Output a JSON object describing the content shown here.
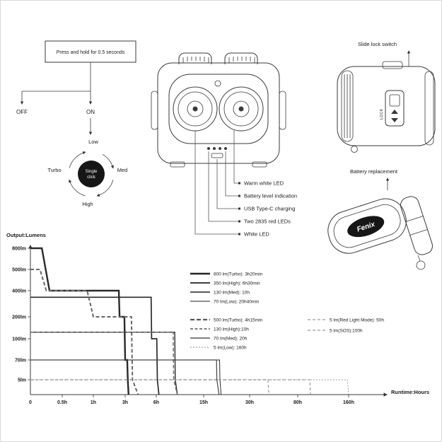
{
  "colors": {
    "line": "#3a3a3a",
    "text": "#1a1a1a",
    "logo_bg": "#161616"
  },
  "flowchart": {
    "instruction": "Press and hold for 0.5 seconds",
    "off": "OFF",
    "on": "ON",
    "low": "Low",
    "med": "Med",
    "high": "High",
    "turbo": "Turbo",
    "single_click": {
      "line1": "Single",
      "line2": "click"
    }
  },
  "front_view": {
    "callouts": [
      "Warm white LED",
      "Battery level indication",
      "USB Type-C charging",
      "Two 2835 red LEDs",
      "White LED"
    ]
  },
  "side_view": {
    "title": "Slide lock switch",
    "lock": "LOCK"
  },
  "battery_view": {
    "title": "Battery replacement",
    "brand": "Fenix"
  },
  "chart": {
    "output_label": "Output:Lumens",
    "runtime_label": "Runtime:Hours",
    "y_tick_labels": [
      "800lm",
      "500lm",
      "400lm",
      "200lm",
      "100lm",
      "70lm",
      "5lm"
    ],
    "x_tick_labels": [
      "0",
      "0.5h",
      "1h",
      "3h",
      "6h",
      "15h",
      "30h",
      "80h",
      "160h"
    ]
  },
  "chart_data": {
    "type": "line",
    "xlabel": "Runtime:Hours",
    "ylabel": "Output:Lumens",
    "x_scale": "piecewise-ticks",
    "x_ticks": [
      0,
      0.5,
      1,
      3,
      6,
      15,
      30,
      80,
      160
    ],
    "y_ticks": [
      800,
      500,
      400,
      200,
      100,
      70,
      5
    ],
    "legend_position": "inside-center",
    "series": [
      {
        "id": "turbo-800",
        "name": "800 lm(Turbo): 3h20min",
        "style": "solid",
        "width": 2.4,
        "color": "#2a2a2a",
        "points": [
          [
            0,
            800
          ],
          [
            0.18,
            800
          ],
          [
            0.3,
            400
          ],
          [
            2.6,
            400
          ],
          [
            2.65,
            200
          ],
          [
            2.95,
            200
          ],
          [
            3.0,
            70
          ],
          [
            3.2,
            70
          ],
          [
            3.25,
            5
          ],
          [
            3.33,
            0
          ]
        ]
      },
      {
        "id": "high-350",
        "name": "350 lm(High): 6h30min",
        "style": "solid",
        "width": 1.7,
        "color": "#2a2a2a",
        "points": [
          [
            0,
            350
          ],
          [
            5.5,
            350
          ],
          [
            5.55,
            100
          ],
          [
            6.1,
            100
          ],
          [
            6.2,
            5
          ],
          [
            6.5,
            0
          ]
        ]
      },
      {
        "id": "med-130",
        "name": "130 lm(Med): 10h",
        "style": "solid",
        "width": 1.4,
        "color": "#2a2a2a",
        "points": [
          [
            0,
            130
          ],
          [
            9.5,
            130
          ],
          [
            9.6,
            5
          ],
          [
            10,
            0
          ]
        ]
      },
      {
        "id": "low-70",
        "name": "70 lm(Low): 20h40min",
        "style": "solid",
        "width": 1.0,
        "color": "#2a2a2a",
        "points": [
          [
            0,
            70
          ],
          [
            20.2,
            70
          ],
          [
            20.3,
            5
          ],
          [
            20.67,
            0
          ]
        ]
      },
      {
        "id": "turbo-500",
        "name": "500 lm(Turbo): 4h15min",
        "style": "dashed",
        "width": 2.0,
        "color": "#666666",
        "points": [
          [
            0,
            500
          ],
          [
            0.15,
            500
          ],
          [
            0.25,
            400
          ],
          [
            0.9,
            400
          ],
          [
            1.0,
            200
          ],
          [
            3.6,
            200
          ],
          [
            3.7,
            5
          ],
          [
            4.25,
            0
          ]
        ]
      },
      {
        "id": "high-130",
        "name": "130 lm(High):10h",
        "style": "dashed",
        "width": 1.4,
        "color": "#666666",
        "points": [
          [
            0,
            130
          ],
          [
            9.2,
            130
          ],
          [
            9.3,
            5
          ],
          [
            10,
            0
          ]
        ]
      },
      {
        "id": "med-70",
        "name": "70 lm(Med): 20h",
        "style": "solid",
        "width": 1.2,
        "color": "#444444",
        "points": [
          [
            0,
            70
          ],
          [
            19.2,
            70
          ],
          [
            19.3,
            5
          ],
          [
            20,
            0
          ]
        ]
      },
      {
        "id": "low-5",
        "name": "5 lm(Low): 160h",
        "style": "dotted",
        "width": 1.0,
        "color": "#888888",
        "points": [
          [
            0,
            5
          ],
          [
            158,
            5
          ],
          [
            160,
            0
          ]
        ]
      },
      {
        "id": "red-5",
        "name": "5 lm(Red Light Mode): 50h",
        "style": "dashed-light",
        "width": 1.2,
        "color": "#9a9a9a",
        "points": [
          [
            0,
            5
          ],
          [
            49,
            5
          ],
          [
            50,
            0
          ]
        ]
      },
      {
        "id": "sos-5",
        "name": "5 lm(SOS):100h",
        "style": "dashed-light",
        "width": 1.2,
        "color": "#9a9a9a",
        "points": [
          [
            0,
            5
          ],
          [
            99,
            5
          ],
          [
            100,
            0
          ]
        ]
      }
    ]
  }
}
